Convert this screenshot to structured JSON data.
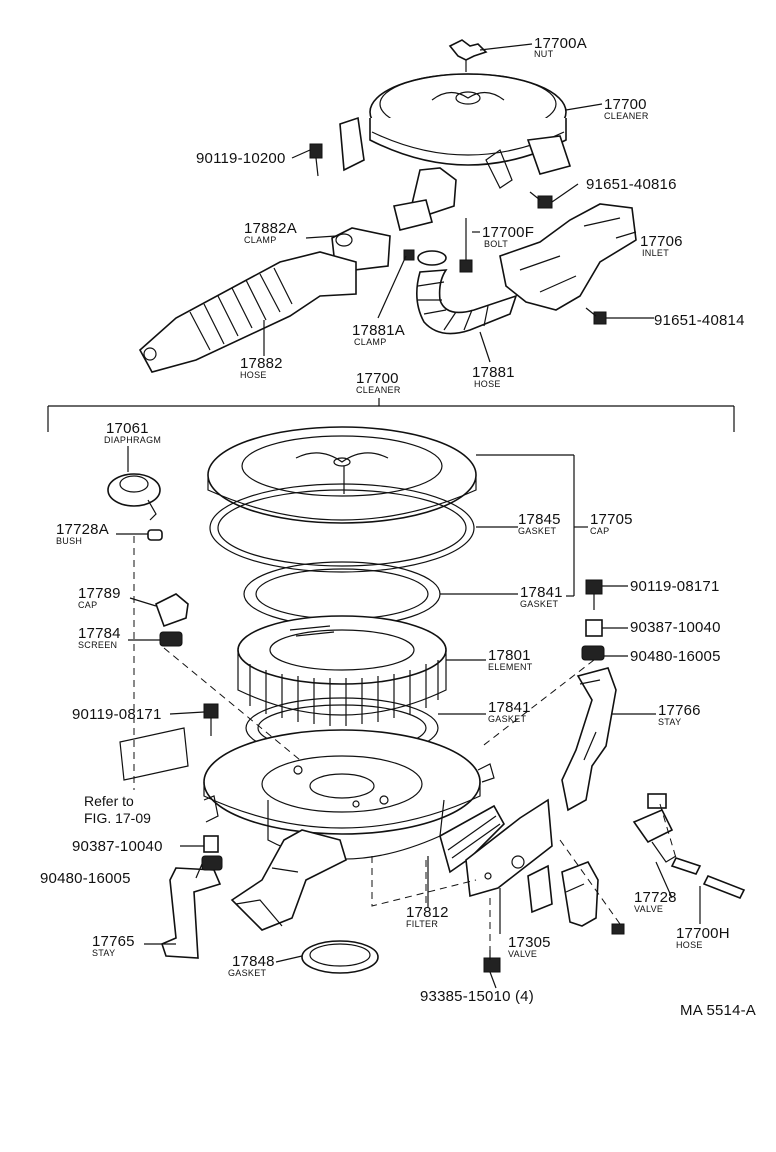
{
  "drawing_code": "MA 5514-A",
  "labels": [
    {
      "id": "p17700A",
      "num": "17700A",
      "name": "NUT"
    },
    {
      "id": "p17700top",
      "num": "17700",
      "name": "CLEANER"
    },
    {
      "id": "p90119_10200",
      "num": "90119-10200",
      "name": ""
    },
    {
      "id": "p91651_40816",
      "num": "91651-40816",
      "name": ""
    },
    {
      "id": "p17882A",
      "num": "17882A",
      "name": "CLAMP"
    },
    {
      "id": "p17700F",
      "num": "17700F",
      "name": "BOLT"
    },
    {
      "id": "p17706",
      "num": "17706",
      "name": "INLET"
    },
    {
      "id": "p91651_40814",
      "num": "91651-40814",
      "name": ""
    },
    {
      "id": "p17881A",
      "num": "17881A",
      "name": "CLAMP"
    },
    {
      "id": "p17882",
      "num": "17882",
      "name": "HOSE"
    },
    {
      "id": "p17881",
      "num": "17881",
      "name": "HOSE"
    },
    {
      "id": "p17700mid",
      "num": "17700",
      "name": "CLEANER"
    },
    {
      "id": "p17061",
      "num": "17061",
      "name": "DIAPHRAGM"
    },
    {
      "id": "p17845",
      "num": "17845",
      "name": "GASKET"
    },
    {
      "id": "p17705",
      "num": "17705",
      "name": "CAP"
    },
    {
      "id": "p17728A",
      "num": "17728A",
      "name": "BUSH"
    },
    {
      "id": "p17841a",
      "num": "17841",
      "name": "GASKET"
    },
    {
      "id": "p17789",
      "num": "17789",
      "name": "CAP"
    },
    {
      "id": "p90119_08171r",
      "num": "90119-08171",
      "name": ""
    },
    {
      "id": "p90387_10040r",
      "num": "90387-10040",
      "name": ""
    },
    {
      "id": "p17784",
      "num": "17784",
      "name": "SCREEN"
    },
    {
      "id": "p90480_16005r",
      "num": "90480-16005",
      "name": ""
    },
    {
      "id": "p17801",
      "num": "17801",
      "name": "ELEMENT"
    },
    {
      "id": "p90119_08171l",
      "num": "90119-08171",
      "name": ""
    },
    {
      "id": "p17841b",
      "num": "17841",
      "name": "GASKET"
    },
    {
      "id": "p17766",
      "num": "17766",
      "name": "STAY"
    },
    {
      "id": "p90387_10040l",
      "num": "90387-10040",
      "name": ""
    },
    {
      "id": "p90480_16005l",
      "num": "90480-16005",
      "name": ""
    },
    {
      "id": "p17728",
      "num": "17728",
      "name": "VALVE"
    },
    {
      "id": "p17812",
      "num": "17812",
      "name": "FILTER"
    },
    {
      "id": "p17305",
      "num": "17305",
      "name": "VALVE"
    },
    {
      "id": "p17700H",
      "num": "17700H",
      "name": "HOSE"
    },
    {
      "id": "p17765",
      "num": "17765",
      "name": "STAY"
    },
    {
      "id": "p17848",
      "num": "17848",
      "name": "GASKET"
    },
    {
      "id": "p93385",
      "num": "93385-15010 (4)",
      "name": ""
    }
  ],
  "reference": {
    "line1": "Refer to",
    "line2": "FIG. 17-09"
  }
}
